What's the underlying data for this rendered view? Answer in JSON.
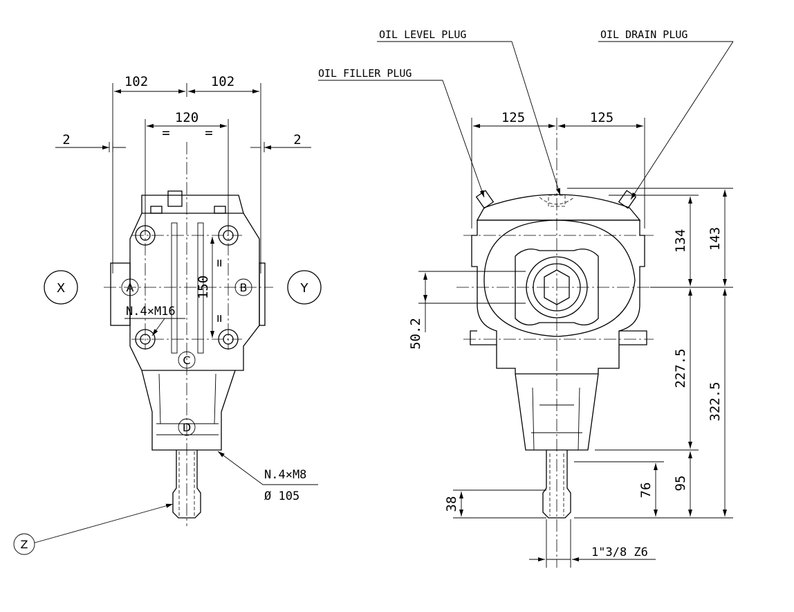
{
  "labels": {
    "oil_level_plug": "OIL LEVEL PLUG",
    "oil_drain_plug": "OIL DRAIN PLUG",
    "oil_filler_plug": "OIL FILLER PLUG"
  },
  "callouts": {
    "x": "X",
    "y": "Y",
    "z": "Z",
    "a": "A",
    "b": "B",
    "c": "C",
    "d": "D"
  },
  "dimensions": {
    "front_half_left": "102",
    "front_half_right": "102",
    "front_bolt_spacing": "120",
    "equal_mark": "=",
    "clearance_left": "2",
    "clearance_right": "2",
    "front_vertical_spacing": "150",
    "side_half_left": "125",
    "side_half_right": "125",
    "height_134": "134",
    "height_143": "143",
    "height_227": "227.5",
    "height_322": "322.5",
    "height_95": "95",
    "height_76": "76",
    "height_38": "38",
    "shaft_offset": "50.2"
  },
  "notes": {
    "holes_m16": "N.4×M16",
    "holes_m8": "N.4×M8",
    "pcd_105": "Ø 105",
    "spline": "1\"3/8  Z6"
  }
}
